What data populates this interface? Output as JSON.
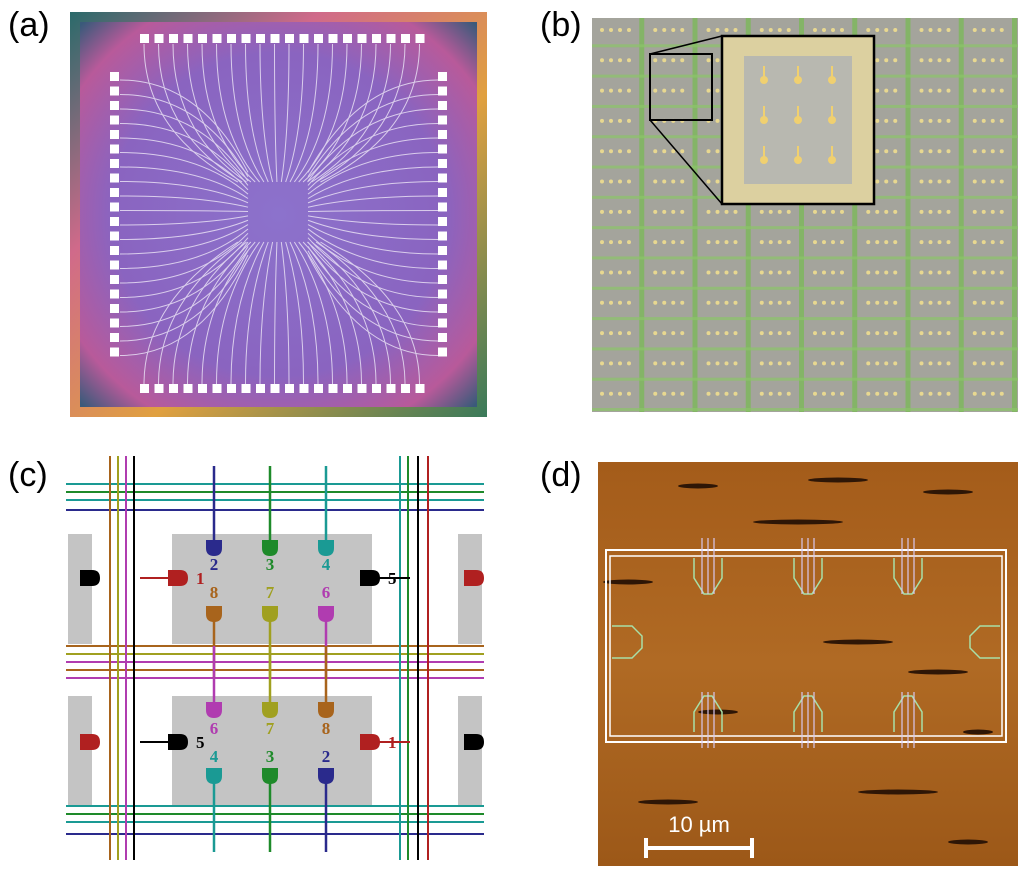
{
  "panels": {
    "a": {
      "label": "(a)"
    },
    "b": {
      "label": "(b)"
    },
    "c": {
      "label": "(c)",
      "top_gates": [
        {
          "n": "2",
          "color": "#2a2a8c"
        },
        {
          "n": "3",
          "color": "#1e8a2a"
        },
        {
          "n": "4",
          "color": "#1a9a94"
        },
        {
          "n": "8",
          "color": "#a8641c"
        },
        {
          "n": "7",
          "color": "#a0a020"
        },
        {
          "n": "6",
          "color": "#b03cb0"
        }
      ],
      "bottom_gates": [
        {
          "n": "6",
          "color": "#b03cb0"
        },
        {
          "n": "7",
          "color": "#a0a020"
        },
        {
          "n": "8",
          "color": "#a8641c"
        },
        {
          "n": "4",
          "color": "#1a9a94"
        },
        {
          "n": "3",
          "color": "#1e8a2a"
        },
        {
          "n": "2",
          "color": "#2a2a8c"
        }
      ],
      "side_gates": [
        {
          "n": "1",
          "color": "#b02020"
        },
        {
          "n": "5",
          "color": "#000000"
        },
        {
          "n": "5",
          "color": "#000000"
        },
        {
          "n": "1",
          "color": "#b02020"
        }
      ]
    },
    "d": {
      "label": "(d)",
      "scale_bar": "10 µm"
    }
  },
  "colors": {
    "chip_purple": "#8a6ac8",
    "afm_brown": "#a8621e",
    "trace_white": "#eeeeee",
    "grid_green": "#7cb85a",
    "grid_gray": "#9e9e96"
  }
}
